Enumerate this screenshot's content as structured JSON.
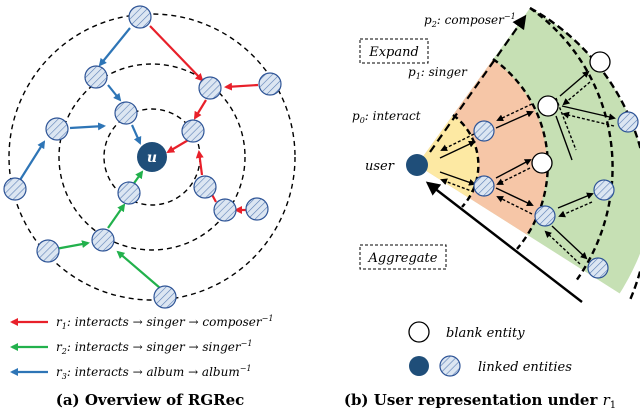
{
  "left_panel": {
    "center_node": "u",
    "legend": [
      {
        "label": "r",
        "sub": "1",
        "text": ": interacts → singer → composer",
        "sup": "−1",
        "color": "#e8202a"
      },
      {
        "label": "r",
        "sub": "2",
        "text": ": interacts → singer → singer",
        "sup": "−1",
        "color": "#22b14c"
      },
      {
        "label": "r",
        "sub": "3",
        "text": ": interacts → album → album",
        "sup": "−1",
        "color": "#2e75b6"
      }
    ],
    "caption": "(a) Overview of RGRec"
  },
  "right_panel": {
    "expand_label": "Expand",
    "aggregate_label": "Aggregate",
    "user_label": "user",
    "p0": {
      "p": "p",
      "sub": "0",
      "text": ": interact"
    },
    "p1": {
      "p": "p",
      "sub": "1",
      "text": ": singer"
    },
    "p2": {
      "p": "p",
      "sub": "2",
      "text": ": composer",
      "sup": "−1"
    },
    "legend_blank": "blank entity",
    "legend_linked": "linked entities",
    "caption": "(b) User representation under ",
    "caption_r": "r",
    "caption_sub": "1"
  },
  "colors": {
    "red": "#e8202a",
    "green": "#22b14c",
    "blue": "#2e75b6",
    "dark_node": "#1f4e79",
    "yellow_zone": "#fde9a3",
    "orange_zone": "#f6c6a7",
    "green_zone": "#c6e0b4"
  },
  "icons": {
    "hatched_node": "hatched-entity-icon",
    "blank_node": "blank-entity-icon",
    "user_node": "user-node-icon"
  }
}
